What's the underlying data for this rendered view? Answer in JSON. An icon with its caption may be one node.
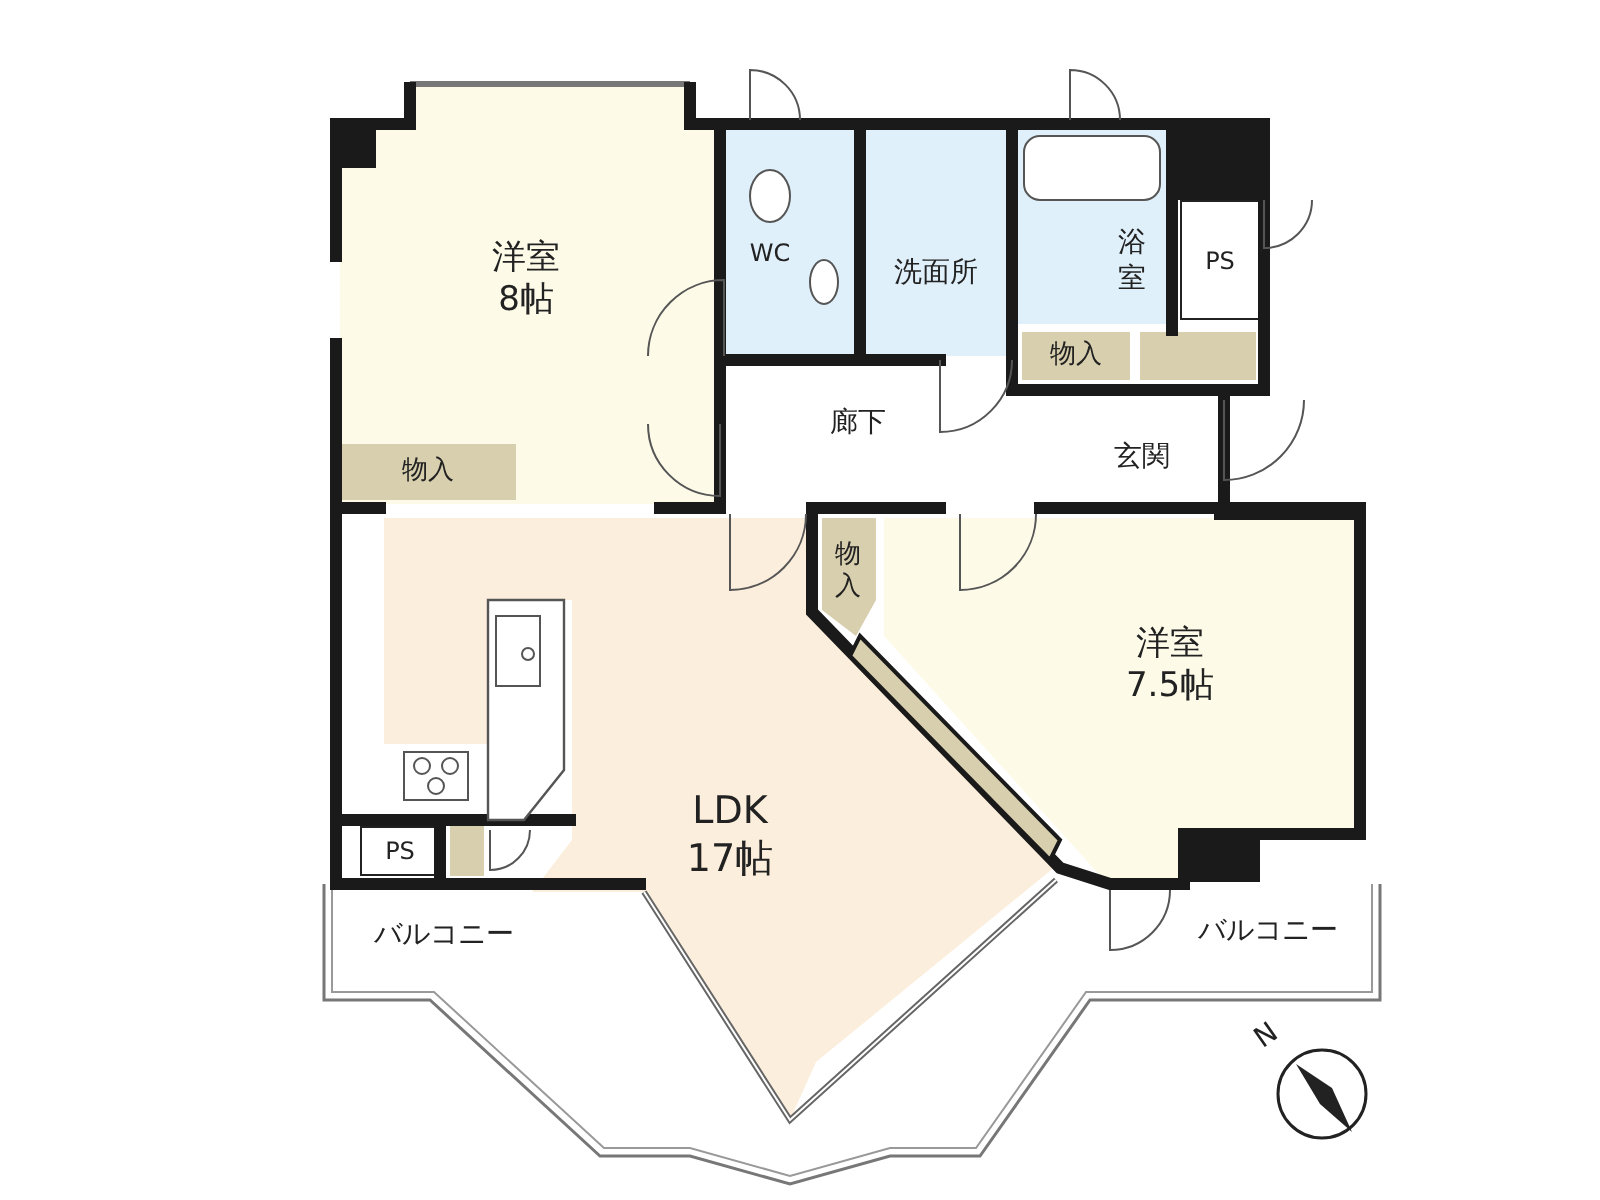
{
  "diagram": {
    "nodes": [
      {
        "text": [
          "洋室",
          "8帖"
        ]
      },
      {
        "text": [
          "WC"
        ]
      },
      {
        "text": [
          "洗面所"
        ]
      },
      {
        "text": [
          "浴室"
        ]
      },
      {
        "text": [
          "PS"
        ]
      },
      {
        "text": [
          "物入"
        ]
      },
      {
        "text": [],
        "shape": "box"
      },
      {
        "text": [
          "廊下"
        ]
      },
      {
        "text": [
          "玄関"
        ]
      },
      {
        "text": [
          "物入"
        ],
        "in": 0
      },
      {
        "text": [
          "LDK",
          "17帖"
        ]
      },
      {
        "text": [
          "物入"
        ]
      },
      {
        "text": [
          "洋室",
          "7.5帖"
        ]
      },
      {
        "text": [
          "PS"
        ]
      },
      {
        "text": [],
        "shape": "box"
      },
      {
        "text": [
          "バルコニー"
        ]
      },
      {
        "text": [
          "バルコニー"
        ]
      }
    ],
    "labels": [
      "N"
    ]
  }
}
